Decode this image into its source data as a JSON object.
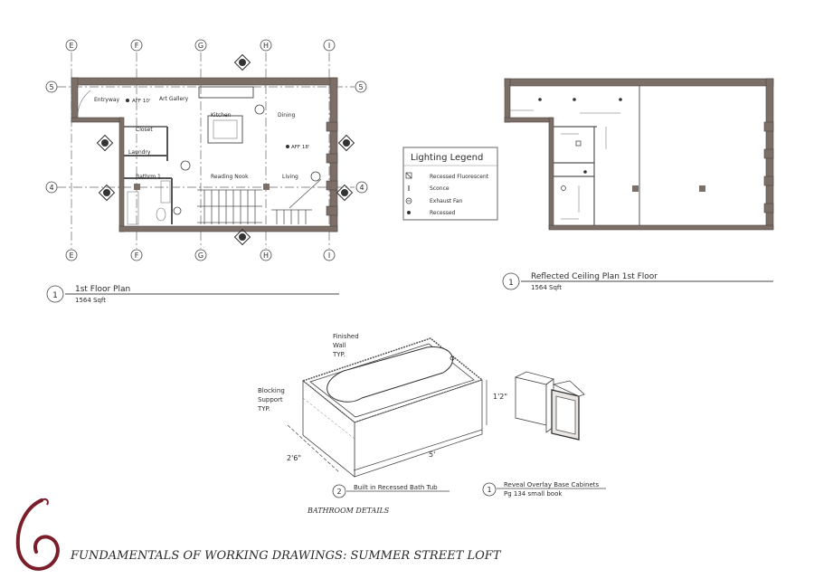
{
  "grid": {
    "cols": [
      "E",
      "F",
      "G",
      "H",
      "I"
    ],
    "rows": [
      "5",
      "4"
    ]
  },
  "floor_plan": {
    "rooms": [
      "Entryway",
      "Art Gallery",
      "Closet",
      "Laundry",
      "Kitchen",
      "Dining",
      "Bathrm 1",
      "Reading Nook",
      "Living"
    ],
    "aff_notes": [
      "AFF 10'",
      "AFF 18'"
    ],
    "title": "1st Floor Plan",
    "subtitle": "1564 Sqft",
    "number": "1"
  },
  "legend": {
    "title": "Lighting Legend",
    "items": [
      {
        "icon": "recessed-fluorescent-icon",
        "label": "Recessed Fluorescent"
      },
      {
        "icon": "sconce-icon",
        "label": "Sconce"
      },
      {
        "icon": "exhaust-fan-icon",
        "label": "Exhaust Fan"
      },
      {
        "icon": "recessed-icon",
        "label": "Recessed"
      }
    ]
  },
  "ceiling_plan": {
    "title": "Reflected Ceiling Plan 1st Floor",
    "subtitle": "1564 Sqft",
    "number": "1"
  },
  "bath": {
    "notes": {
      "finished_line1": "Finished",
      "finished_line2": "Wall",
      "finished_line3": "TYP.",
      "blocking_line1": "Blocking",
      "blocking_line2": "Support",
      "blocking_line3": "TYP."
    },
    "dims": {
      "height": "1'2\"",
      "length": "5'",
      "width": "2'6\""
    },
    "tub_caption": "Built in Recessed Bath Tub",
    "tub_number": "2",
    "cab_caption": "Reveal Overlay Base Cabinets",
    "cab_sub": "Pg 134 small book",
    "cab_number": "1",
    "section_title": "BATHROOM DETAILS"
  },
  "footer": {
    "sheet_number": "6",
    "title": "FUNDAMENTALS OF WORKING DRAWINGS: SUMMER STREET LOFT"
  },
  "colors": {
    "wall": "#7c6f68",
    "logo": "#7a1f2a",
    "ink": "#2a2a2a"
  }
}
